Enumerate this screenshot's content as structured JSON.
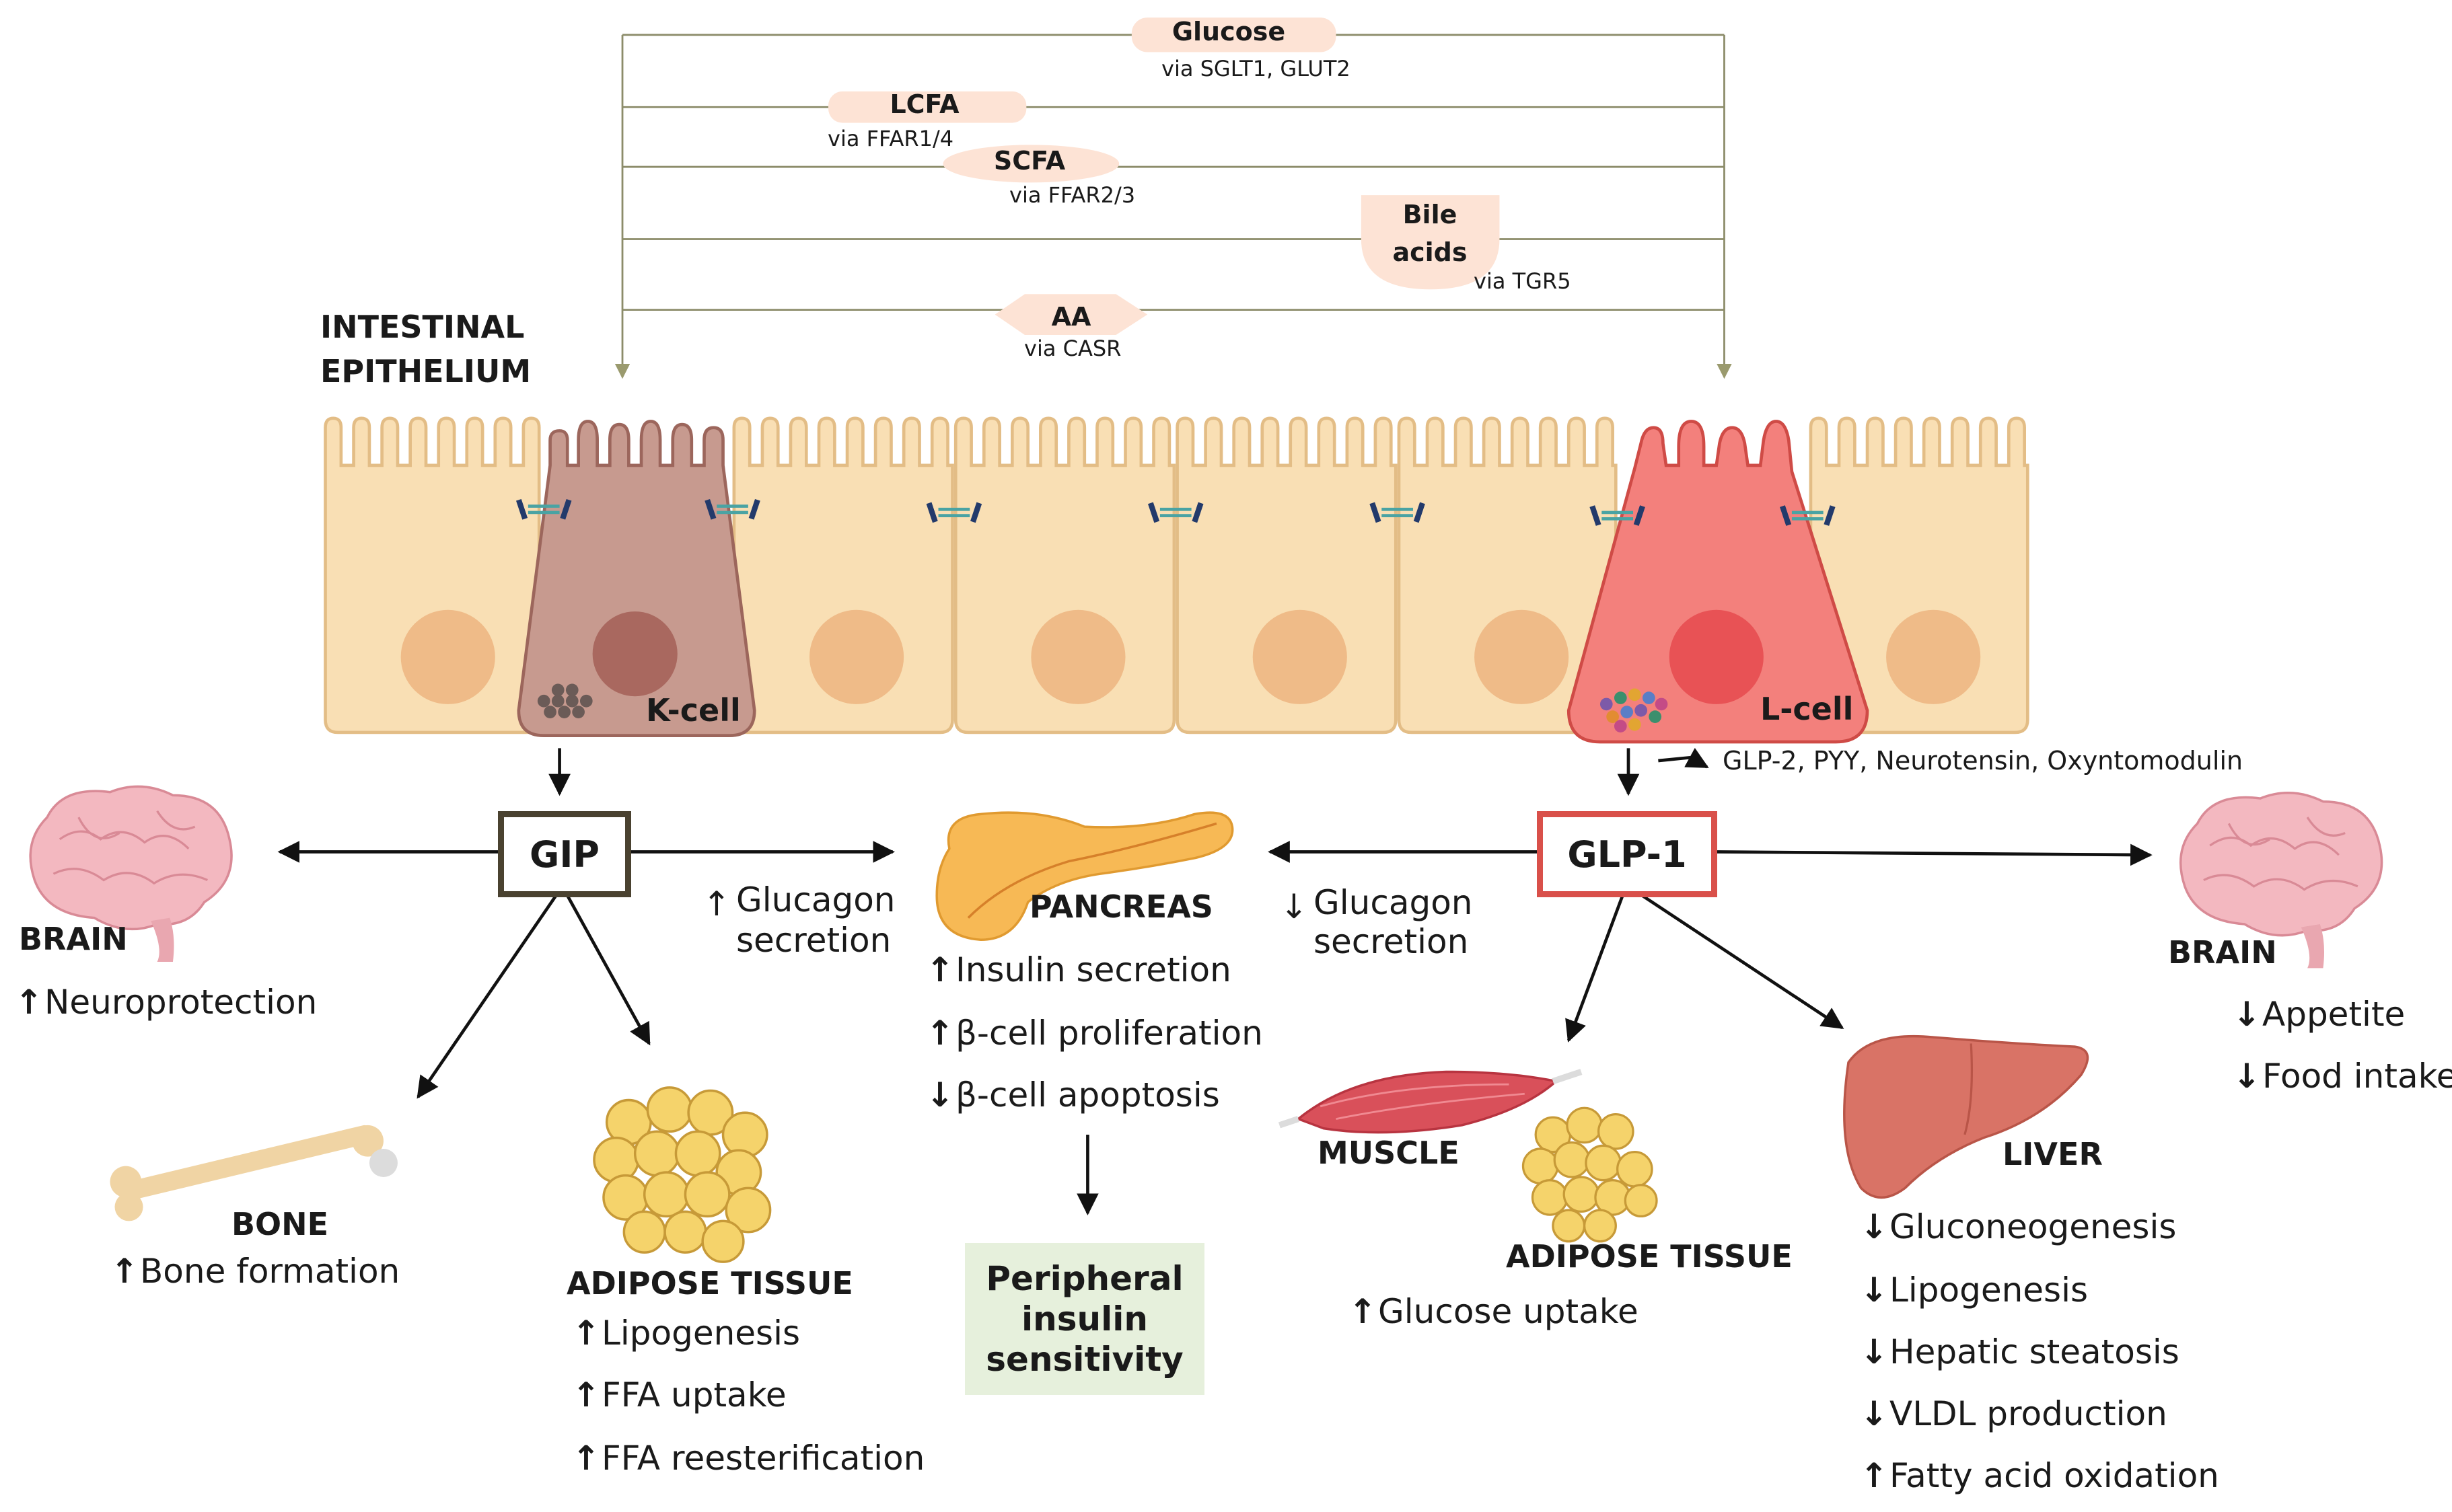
{
  "nutrients": {
    "glucose": {
      "label": "Glucose",
      "via": "via SGLT1, GLUT2"
    },
    "lcfa": {
      "label": "LCFA",
      "via": "via FFAR1/4"
    },
    "scfa": {
      "label": "SCFA",
      "via": "via FFAR2/3"
    },
    "bile": {
      "label1": "Bile",
      "label2": "acids",
      "via": "via TGR5"
    },
    "aa": {
      "label": "AA",
      "via": "via CASR"
    }
  },
  "epithelium": {
    "line1": "INTESTINAL",
    "line2": "EPITHELIUM"
  },
  "k_cell": {
    "label": "K-cell"
  },
  "l_cell": {
    "label": "L-cell",
    "other_hormones": "GLP-2, PYY, Neurotensin, Oxyntomodulin"
  },
  "gip": {
    "label": "GIP"
  },
  "glp1": {
    "label": "GLP-1"
  },
  "left_brain": {
    "label": "BRAIN",
    "effects": [
      {
        "dir": "up",
        "text": "Neuroprotection"
      }
    ]
  },
  "bone": {
    "label": "BONE",
    "effects": [
      {
        "dir": "up",
        "text": "Bone formation"
      }
    ]
  },
  "adipose_left": {
    "label": "ADIPOSE TISSUE",
    "effects": [
      {
        "dir": "up",
        "text": "Lipogenesis"
      },
      {
        "dir": "up",
        "text": "FFA uptake"
      },
      {
        "dir": "up",
        "text": "FFA reesterification"
      }
    ]
  },
  "glucagon_gip": {
    "dir": "up",
    "line1": "Glucagon",
    "line2": "secretion"
  },
  "pancreas": {
    "label": "PANCREAS",
    "effects": [
      {
        "dir": "up",
        "text": "Insulin secretion"
      },
      {
        "dir": "up",
        "text": "β-cell proliferation"
      },
      {
        "dir": "down",
        "text": "β-cell apoptosis"
      }
    ]
  },
  "peripheral": {
    "line1": "Peripheral",
    "line2": "insulin",
    "line3": "sensitivity"
  },
  "glucagon_glp1": {
    "dir": "down",
    "line1": "Glucagon",
    "line2": "secretion"
  },
  "muscle": {
    "label": "MUSCLE"
  },
  "adipose_right": {
    "label": "ADIPOSE TISSUE",
    "effects": [
      {
        "dir": "up",
        "text": "Glucose uptake"
      }
    ]
  },
  "liver": {
    "label": "LIVER",
    "effects": [
      {
        "dir": "down",
        "text": "Gluconeogenesis"
      },
      {
        "dir": "down",
        "text": "Lipogenesis"
      },
      {
        "dir": "down",
        "text": "Hepatic steatosis"
      },
      {
        "dir": "down",
        "text": "VLDL production"
      },
      {
        "dir": "up",
        "text": "Fatty acid oxidation"
      }
    ]
  },
  "right_brain": {
    "label": "BRAIN",
    "effects": [
      {
        "dir": "down",
        "text": "Appetite"
      },
      {
        "dir": "down",
        "text": "Food intake"
      }
    ]
  },
  "colors": {
    "epithelial_cell": "#f9dfb4",
    "k_cell": "#c79a8f",
    "l_cell": "#f3807c",
    "gip_border": "#4a4230",
    "glp1_border": "#d9504a",
    "peripheral_bg": "#e6f0dc",
    "nutrient_badge": "#fde3d5"
  }
}
